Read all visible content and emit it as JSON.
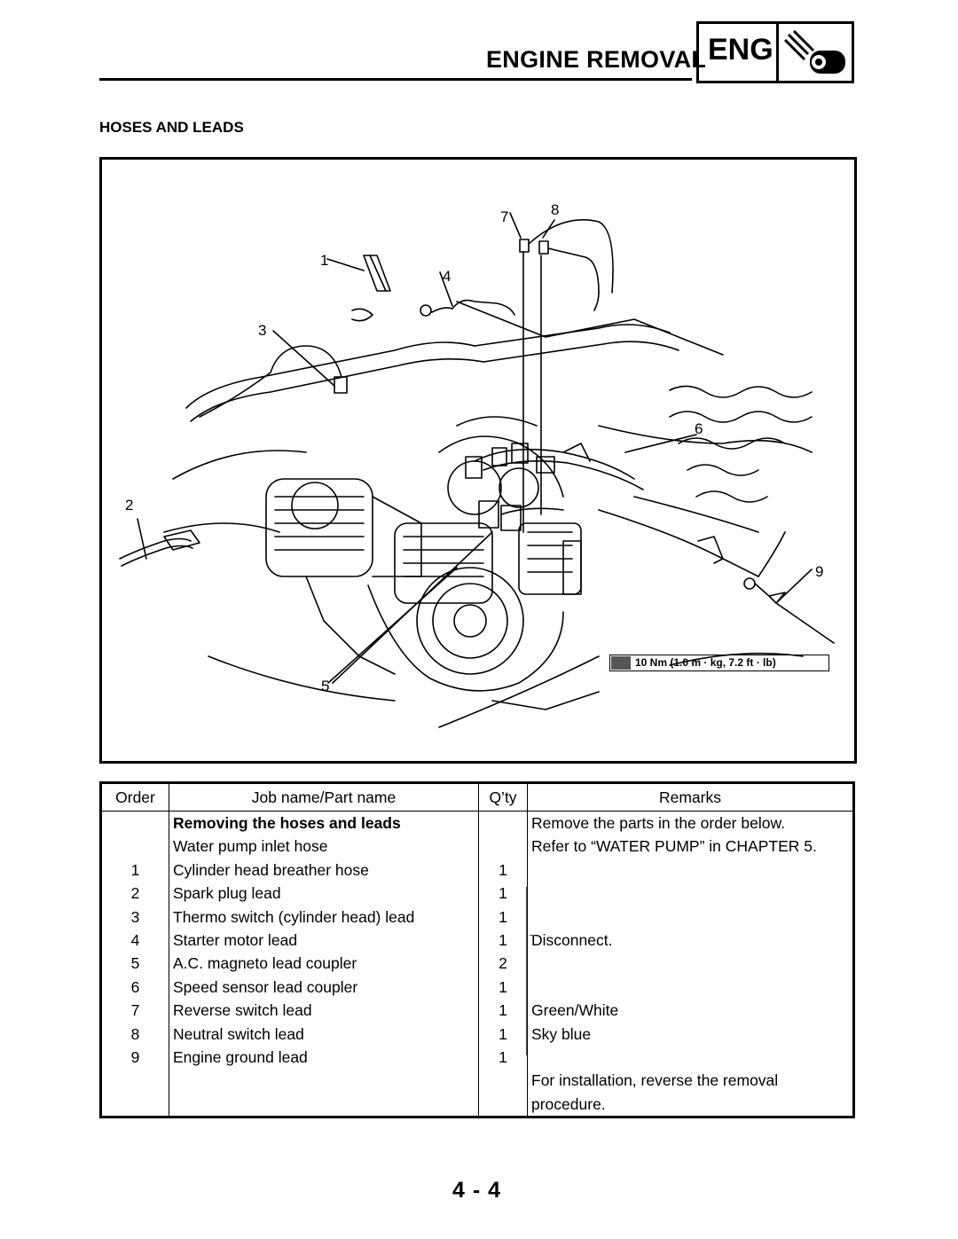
{
  "header": {
    "title": "ENGINE REMOVAL",
    "badge": "ENG",
    "badge_icon": "engine-icon"
  },
  "section_heading": "HOSES AND LEADS",
  "figure": {
    "callouts": [
      "1",
      "2",
      "3",
      "4",
      "5",
      "6",
      "7",
      "8",
      "9"
    ],
    "torque_label": "10 Nm (1.0 m · kg, 7.2 ft · lb)",
    "torque_icon": "torque-wrench-icon"
  },
  "table": {
    "headers": {
      "order": "Order",
      "job": "Job name/Part name",
      "qty": "Q’ty",
      "remarks": "Remarks"
    },
    "rows": [
      {
        "order": "",
        "job": "Removing the hoses and leads",
        "qty": "",
        "remarks": "Remove the parts in the order below."
      },
      {
        "order": "",
        "job": "Water pump inlet hose",
        "qty": "",
        "remarks": "Refer to “WATER PUMP” in CHAPTER 5."
      },
      {
        "order": "1",
        "job": "Cylinder head breather hose",
        "qty": "1",
        "remarks": ""
      },
      {
        "order": "2",
        "job": "Spark plug lead",
        "qty": "1",
        "remarks": ""
      },
      {
        "order": "3",
        "job": "Thermo switch (cylinder head) lead",
        "qty": "1",
        "remarks": ""
      },
      {
        "order": "4",
        "job": "Starter motor lead",
        "qty": "1",
        "remarks": "Disconnect."
      },
      {
        "order": "5",
        "job": "A.C. magneto lead coupler",
        "qty": "2",
        "remarks": ""
      },
      {
        "order": "6",
        "job": "Speed sensor lead coupler",
        "qty": "1",
        "remarks": ""
      },
      {
        "order": "7",
        "job": "Reverse switch lead",
        "qty": "1",
        "remarks": "Green/White"
      },
      {
        "order": "8",
        "job": "Neutral switch lead",
        "qty": "1",
        "remarks": "Sky blue"
      },
      {
        "order": "9",
        "job": "Engine ground lead",
        "qty": "1",
        "remarks": ""
      },
      {
        "order": "",
        "job": "",
        "qty": "",
        "remarks": "For installation, reverse the removal"
      },
      {
        "order": "",
        "job": "",
        "qty": "",
        "remarks": "procedure."
      }
    ]
  },
  "page_number": "4 - 4"
}
